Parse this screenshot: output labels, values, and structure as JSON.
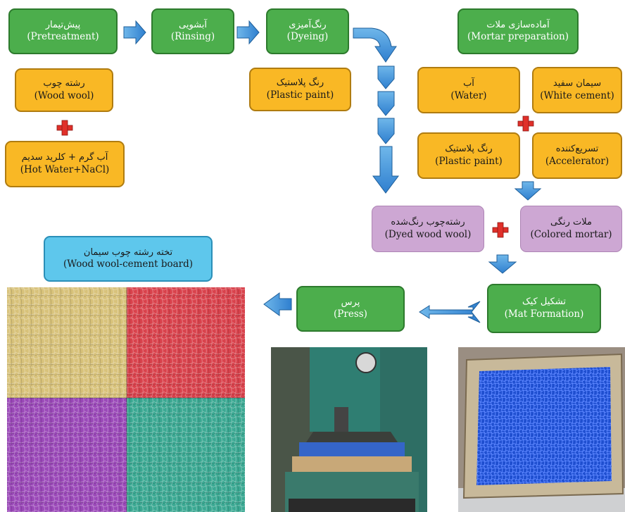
{
  "boxes": {
    "pretreatment": {
      "fa": "پیش‌تیمار",
      "en": "(Pretreatment)"
    },
    "rinsing": {
      "fa": "آبشویی",
      "en": "(Rinsing)"
    },
    "dyeing": {
      "fa": "رنگ‌آمیزی",
      "en": "(Dyeing)"
    },
    "mortar_prep": {
      "fa": "آماده‌سازی ملات",
      "en": "(Mortar preparation)"
    },
    "wood_wool": {
      "fa": "رشته چوب",
      "en": "(Wood wool)"
    },
    "hot_water": {
      "fa": "آب گرم + کلرید سدیم",
      "en": "(Hot Water+NaCl)"
    },
    "plastic_paint_dye": {
      "fa": "رنگ پلاستیک",
      "en": "(Plastic paint)"
    },
    "water": {
      "fa": "آب",
      "en": "(Water)"
    },
    "white_cement": {
      "fa": "سیمان سفید",
      "en": "(White cement)"
    },
    "plastic_paint_mortar": {
      "fa": "رنگ پلاستیک",
      "en": "(Plastic paint)"
    },
    "accelerator": {
      "fa": "تسریع‌کننده",
      "en": "(Accelerator)"
    },
    "dyed_wood_wool": {
      "fa": "رشته‌چوب رنگ‌شده",
      "en": "(Dyed wood wool)"
    },
    "colored_mortar": {
      "fa": "ملات رنگی",
      "en": "(Colored mortar)"
    },
    "board": {
      "fa": "تخته رشته چوب سیمان",
      "en": "(Wood wool-cement board)"
    },
    "press": {
      "fa": "پرس",
      "en": "(Press)"
    },
    "mat_formation": {
      "fa": "تشکیل کیک",
      "en": "(Mat Formation)"
    }
  },
  "colors": {
    "green": "#4cae4c",
    "orange": "#f9b825",
    "purple": "#cda7d3",
    "blue": "#5ec7ec",
    "arrow": "#3a8fd6",
    "plus": "#e0302a"
  },
  "photos": {
    "board_quadrants": [
      "#d8c27a",
      "#d9424c",
      "#9a48b8",
      "#3aa892"
    ],
    "press": "press-machine-photo",
    "mat": "blue-mat-in-frame-photo"
  }
}
